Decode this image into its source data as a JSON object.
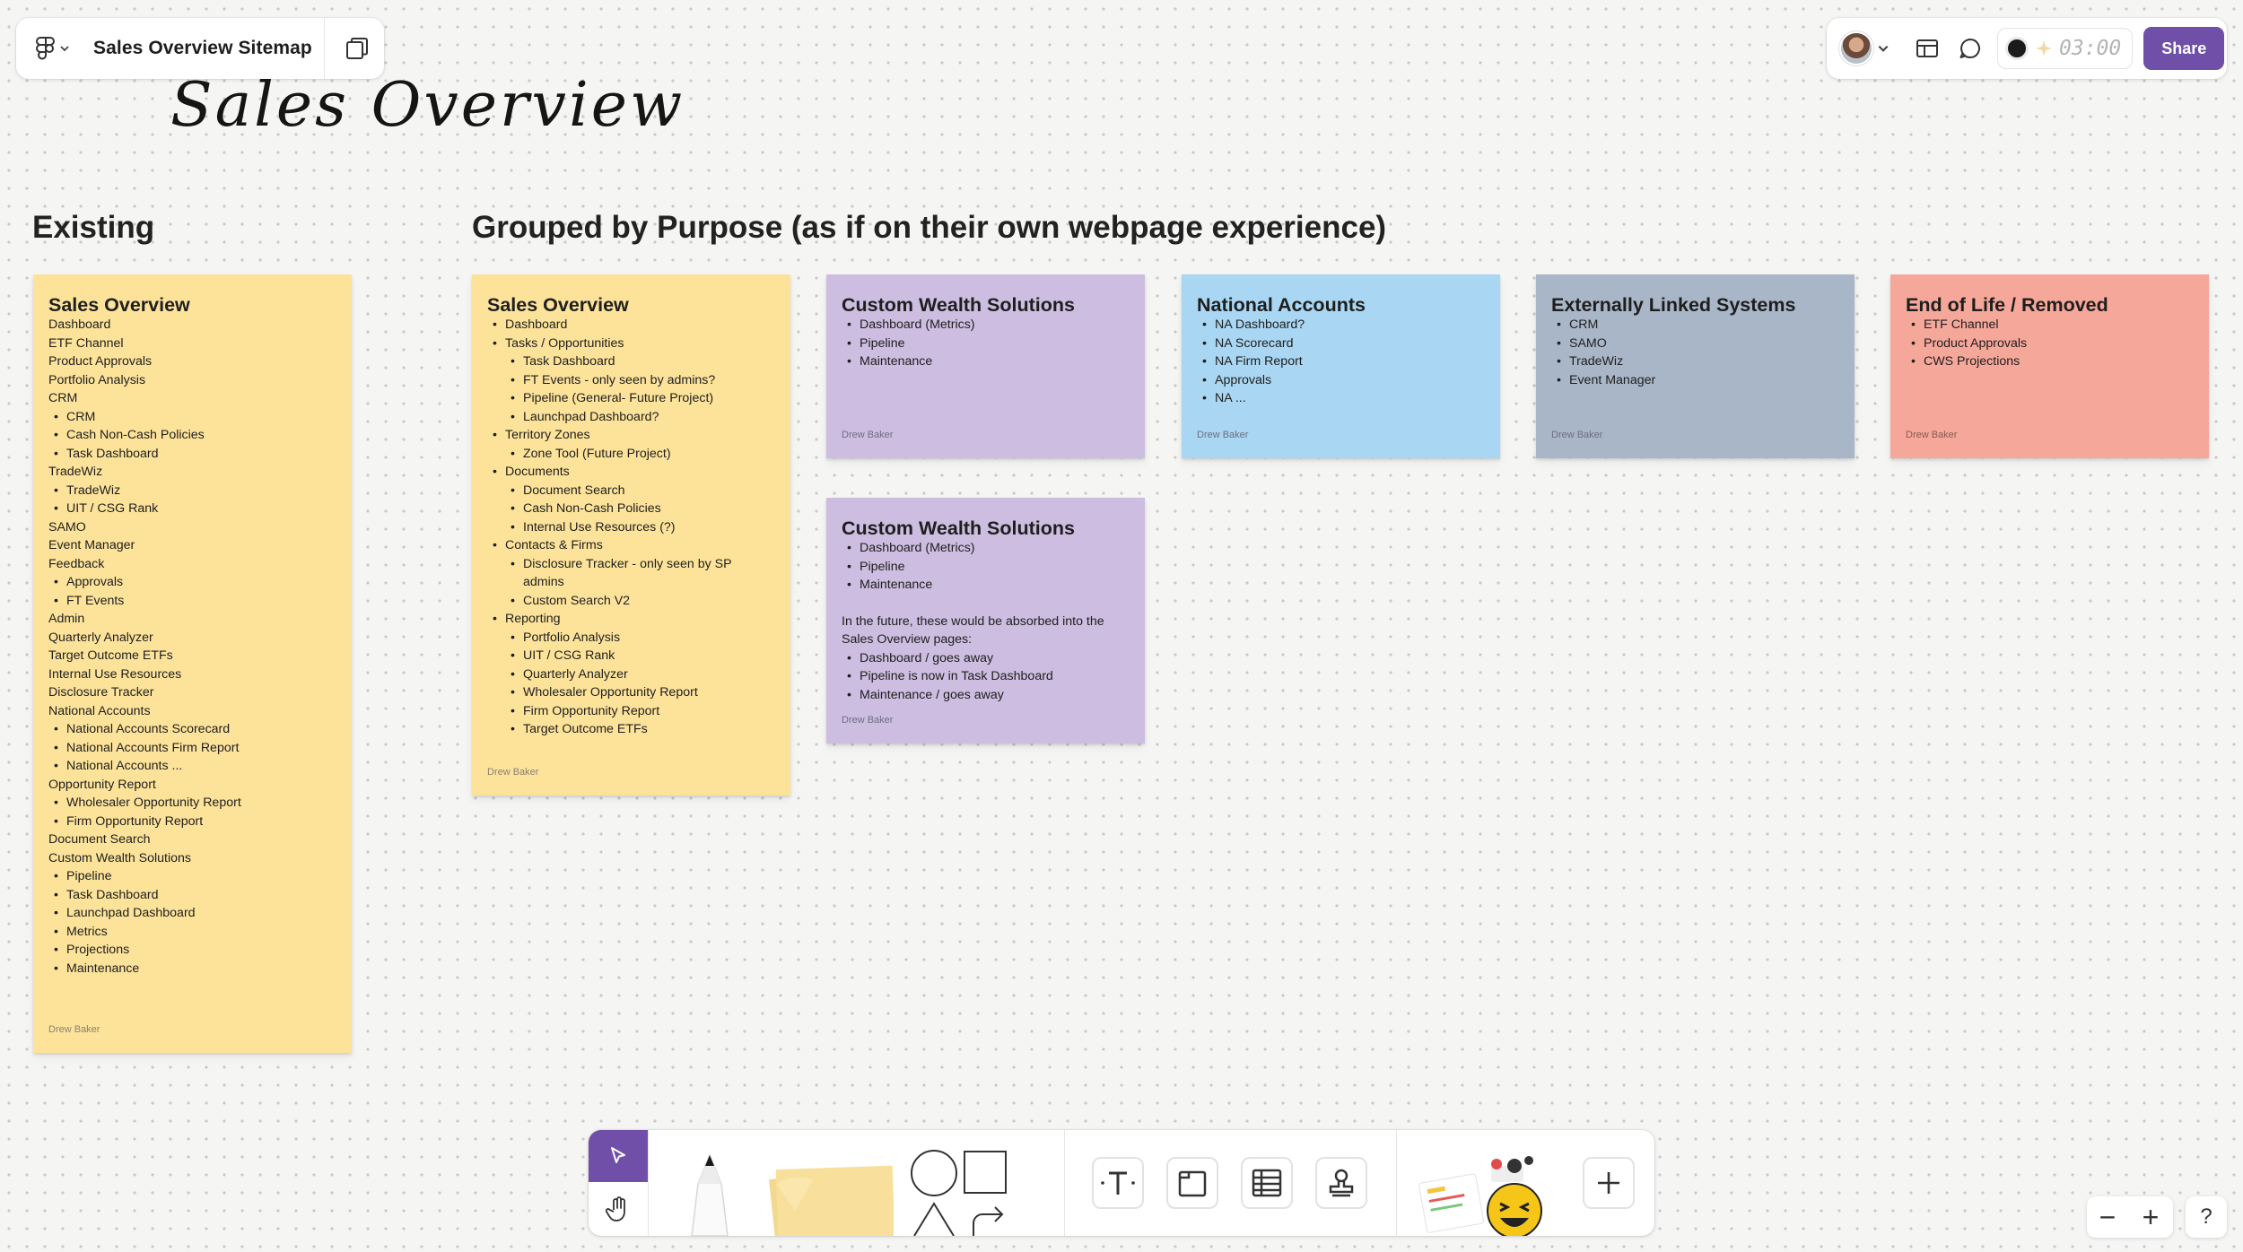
{
  "app": {
    "doc_title": "Sales Overview Sitemap",
    "timer": "03:00",
    "share_label": "Share",
    "accent_color": "#6f4fa8"
  },
  "board": {
    "title": "Sales Overview",
    "headings": {
      "existing": "Existing",
      "grouped": "Grouped by Purpose (as if on their own webpage experience)"
    }
  },
  "notes": {
    "existing": {
      "color": "#fde39a",
      "title": "Sales Overview",
      "author": "Drew Baker",
      "items": [
        {
          "text": "Dashboard",
          "level": 0
        },
        {
          "text": "ETF Channel",
          "level": 0
        },
        {
          "text": "Product Approvals",
          "level": 0
        },
        {
          "text": "Portfolio Analysis",
          "level": 0
        },
        {
          "text": "CRM",
          "level": 0
        },
        {
          "text": "CRM",
          "level": 1
        },
        {
          "text": "Cash Non-Cash Policies",
          "level": 1
        },
        {
          "text": "Task Dashboard",
          "level": 1
        },
        {
          "text": "TradeWiz",
          "level": 0
        },
        {
          "text": "TradeWiz",
          "level": 1
        },
        {
          "text": "UIT / CSG Rank",
          "level": 1
        },
        {
          "text": "SAMO",
          "level": 0
        },
        {
          "text": "Event Manager",
          "level": 0
        },
        {
          "text": "Feedback",
          "level": 0
        },
        {
          "text": "Approvals",
          "level": 1
        },
        {
          "text": "FT Events",
          "level": 1
        },
        {
          "text": "Admin",
          "level": 0
        },
        {
          "text": "Quarterly Analyzer",
          "level": 0
        },
        {
          "text": "Target Outcome ETFs",
          "level": 0
        },
        {
          "text": "Internal Use Resources",
          "level": 0
        },
        {
          "text": "Disclosure Tracker",
          "level": 0
        },
        {
          "text": "National Accounts",
          "level": 0
        },
        {
          "text": "National Accounts Scorecard",
          "level": 1
        },
        {
          "text": "National Accounts Firm Report",
          "level": 1
        },
        {
          "text": "National Accounts ...",
          "level": 1
        },
        {
          "text": "Opportunity Report",
          "level": 0
        },
        {
          "text": "Wholesaler Opportunity Report",
          "level": 1
        },
        {
          "text": "Firm Opportunity Report",
          "level": 1
        },
        {
          "text": "Document Search",
          "level": 0
        },
        {
          "text": "Custom Wealth Solutions",
          "level": 0
        },
        {
          "text": "Pipeline",
          "level": 1
        },
        {
          "text": "Task Dashboard",
          "level": 1
        },
        {
          "text": "Launchpad Dashboard",
          "level": 1
        },
        {
          "text": "Metrics",
          "level": 1
        },
        {
          "text": "Projections",
          "level": 1
        },
        {
          "text": "Maintenance",
          "level": 1
        }
      ]
    },
    "grouped_sales": {
      "color": "#fde39a",
      "title": "Sales Overview",
      "author": "Drew Baker",
      "items": [
        {
          "text": "Dashboard",
          "level": 1
        },
        {
          "text": "Tasks / Opportunities",
          "level": 1
        },
        {
          "text": "Task Dashboard",
          "level": 2
        },
        {
          "text": "FT Events - only seen by admins?",
          "level": 2
        },
        {
          "text": "Pipeline (General- Future Project)",
          "level": 2
        },
        {
          "text": "Launchpad Dashboard?",
          "level": 2
        },
        {
          "text": "Territory Zones",
          "level": 1
        },
        {
          "text": "Zone Tool (Future Project)",
          "level": 2
        },
        {
          "text": "Documents",
          "level": 1
        },
        {
          "text": "Document Search",
          "level": 2
        },
        {
          "text": "Cash Non-Cash Policies",
          "level": 2
        },
        {
          "text": "Internal Use Resources (?)",
          "level": 2
        },
        {
          "text": "Contacts & Firms",
          "level": 1
        },
        {
          "text": "Disclosure Tracker - only seen by SP admins",
          "level": 2
        },
        {
          "text": "Custom Search V2",
          "level": 2
        },
        {
          "text": "Reporting",
          "level": 1
        },
        {
          "text": "Portfolio Analysis",
          "level": 2
        },
        {
          "text": "UIT / CSG Rank",
          "level": 2
        },
        {
          "text": "Quarterly Analyzer",
          "level": 2
        },
        {
          "text": "Wholesaler Opportunity Report",
          "level": 2
        },
        {
          "text": "Firm Opportunity Report",
          "level": 2
        },
        {
          "text": "Target Outcome ETFs",
          "level": 2
        }
      ]
    },
    "cws_1": {
      "color": "#cdbde0",
      "title": "Custom Wealth Solutions",
      "author": "Drew Baker",
      "items": [
        "Dashboard (Metrics)",
        "Pipeline",
        "Maintenance"
      ]
    },
    "cws_2": {
      "color": "#cdbde0",
      "title": "Custom Wealth Solutions",
      "author": "Drew Baker",
      "items": [
        "Dashboard (Metrics)",
        "Pipeline",
        "Maintenance"
      ],
      "paragraph": "In the future, these would be absorbed into the Sales Overview pages:",
      "future_items": [
        "Dashboard / goes away",
        "Pipeline is now in Task Dashboard",
        "Maintenance / goes away"
      ]
    },
    "national": {
      "color": "#a9d6f2",
      "title": "National Accounts",
      "author": "Drew Baker",
      "items": [
        "NA Dashboard?",
        "NA Scorecard",
        "NA Firm Report",
        "Approvals",
        "NA ..."
      ]
    },
    "external": {
      "color": "#a9b6c8",
      "title": "Externally Linked Systems",
      "author": "Drew Baker",
      "items": [
        "CRM",
        "SAMO",
        "TradeWiz",
        "Event Manager"
      ]
    },
    "eol": {
      "color": "#f5a79a",
      "title": "End of Life / Removed",
      "author": "Drew Baker",
      "items": [
        "ETF Channel",
        "Product Approvals",
        "CWS Projections"
      ]
    }
  },
  "toolbar": {
    "tools": [
      "select-tool",
      "hand-tool",
      "pen-tool",
      "sticky-note-tool",
      "shapes-tool",
      "text-tool",
      "section-tool",
      "table-tool",
      "stamp-tool",
      "stickers-widget",
      "more-tools"
    ]
  },
  "zoom": {
    "minus": "−",
    "plus": "+",
    "help": "?"
  }
}
